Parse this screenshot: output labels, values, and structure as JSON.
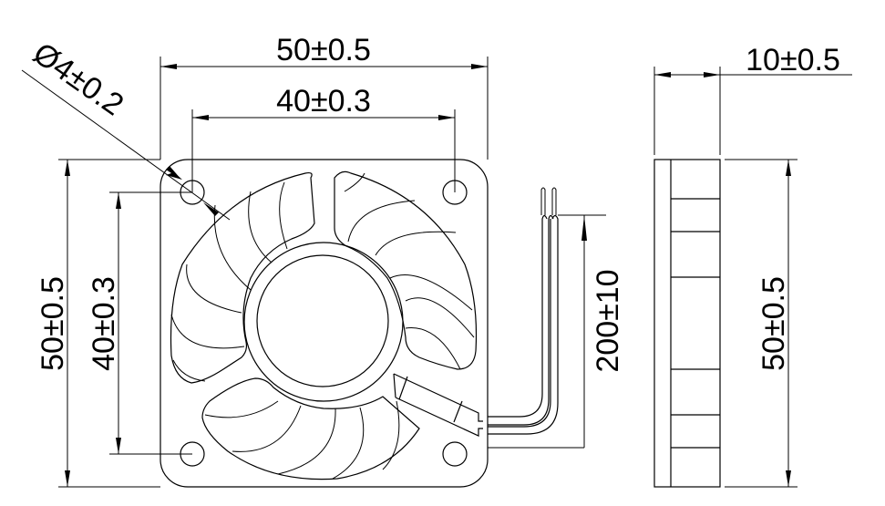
{
  "drawing": {
    "title": "50mm axial fan dimension drawing",
    "colors": {
      "line": "#000000",
      "background": "#ffffff"
    },
    "front_view": {
      "width_label": "50±0.5",
      "hole_spacing_horizontal_label": "40±0.3",
      "height_label": "50±0.5",
      "hole_spacing_vertical_label": "40±0.3",
      "hole_diameter_label": "Ø4±0.2"
    },
    "lead_wire": {
      "length_label": "200±10"
    },
    "side_view": {
      "thickness_label": "10±0.5",
      "height_label": "50±0.5"
    }
  }
}
